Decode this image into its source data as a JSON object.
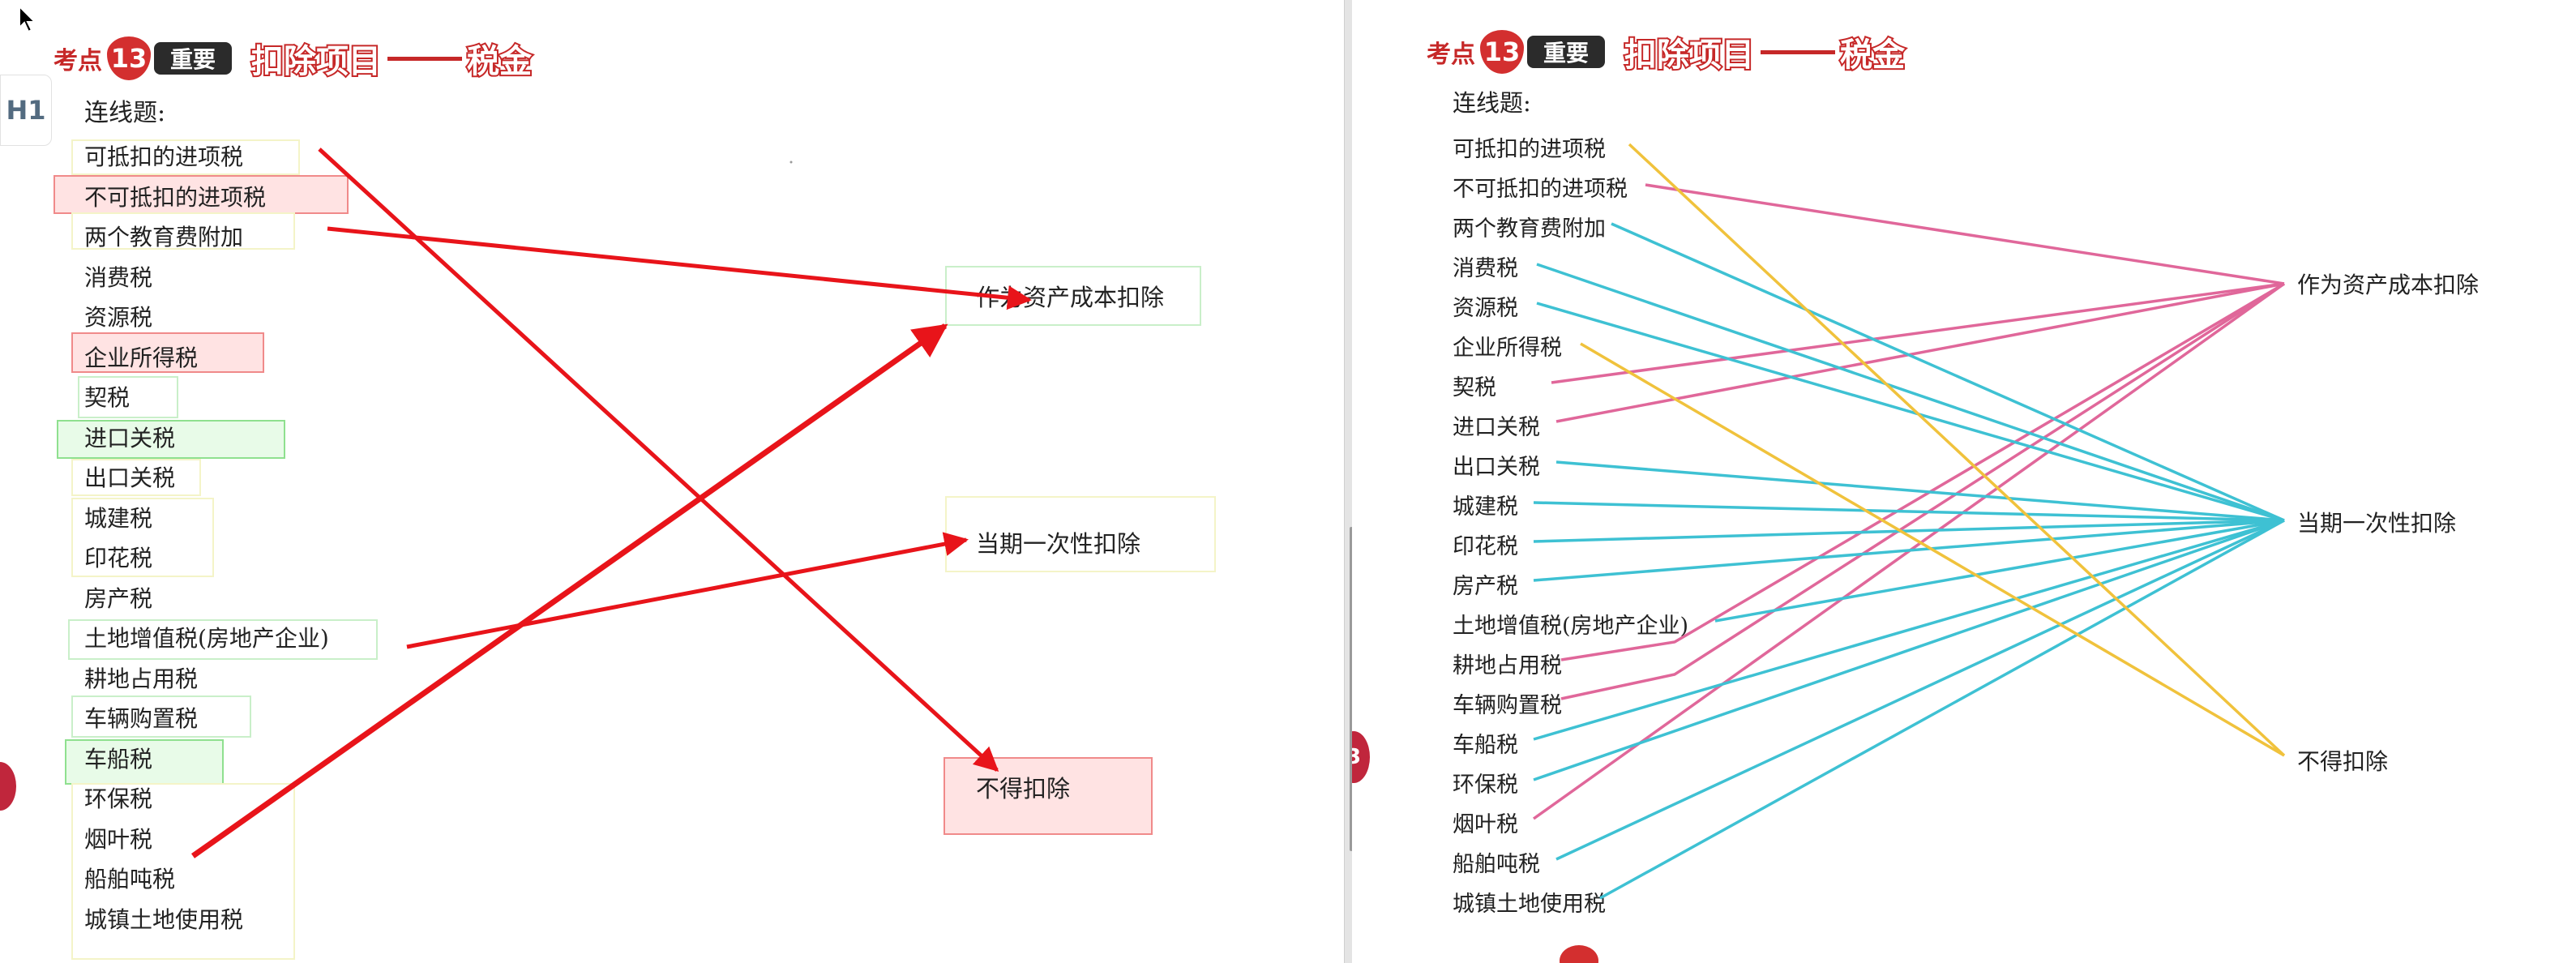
{
  "header": {
    "kaodian": "考点",
    "number": "13",
    "badge": "重要",
    "title": "扣除项目",
    "subtitle": "税金"
  },
  "left": {
    "question": "连线题:",
    "items": [
      "可抵扣的进项税",
      "不可抵扣的进项税",
      "两个教育费附加",
      "消费税",
      "资源税",
      "企业所得税",
      "契税",
      "进口关税",
      "出口关税",
      "城建税",
      "印花税",
      "房产税",
      "土地增值税(房地产企业)",
      "耕地占用税",
      "车辆购置税",
      "车船税",
      "环保税",
      "烟叶税",
      "船舶吨税",
      "城镇土地使用税"
    ],
    "targets": [
      "作为资产成本扣除",
      "当期一次性扣除",
      "不得扣除"
    ]
  },
  "right": {
    "question": "连线题:",
    "items": [
      "可抵扣的进项税",
      "不可抵扣的进项税",
      "两个教育费附加",
      "消费税",
      "资源税",
      "企业所得税",
      "契税",
      "进口关税",
      "出口关税",
      "城建税",
      "印花税",
      "房产税",
      "土地增值税(房地产企业)",
      "耕地占用税",
      "车辆购置税",
      "车船税",
      "环保税",
      "烟叶税",
      "船舶吨税",
      "城镇土地使用税"
    ],
    "targets": [
      "作为资产成本扣除",
      "当期一次性扣除",
      "不得扣除"
    ]
  },
  "sidebar": {
    "heading_button": "H1",
    "circle_label": "3"
  },
  "colors": {
    "red": "#e8141a",
    "pink": "#e0679a",
    "cyan": "#3ec1d3",
    "yellow": "#f0c23c"
  },
  "icons": {
    "cursor": "mouse-cursor-icon"
  }
}
